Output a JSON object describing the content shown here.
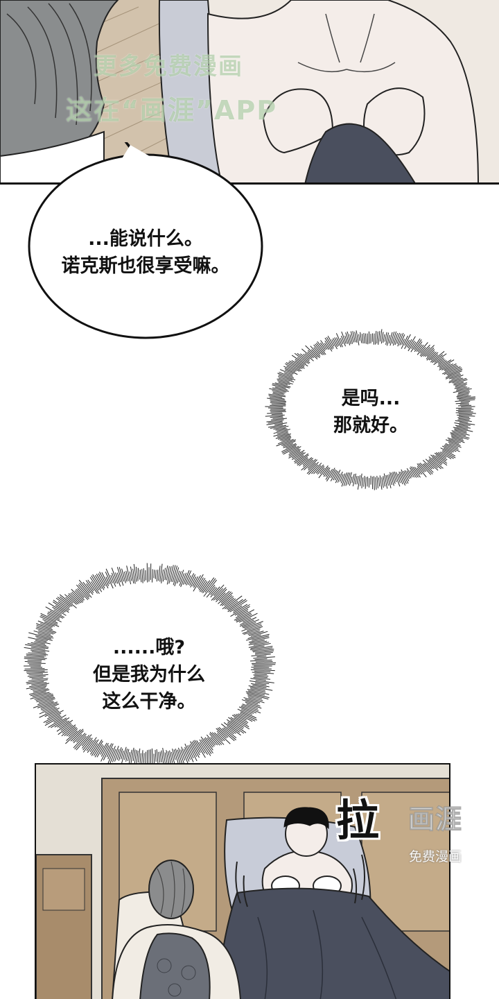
{
  "panels": {
    "top": {
      "watermark_line1": "更多免费漫画",
      "watermark_line2": "这在“画涯”APP"
    },
    "bottom": {
      "sfx": "拉",
      "logo_mark": "画涯",
      "logo_sub": "免费漫画"
    }
  },
  "bubbles": [
    {
      "lines": [
        "...能说什么。",
        "诺克斯也很享受嘛。"
      ]
    },
    {
      "lines": [
        "是吗...",
        "那就好。"
      ]
    },
    {
      "lines": [
        "......哦?",
        "但是我为什么",
        "这么干净。"
      ]
    }
  ],
  "colors": {
    "ink": "#111111",
    "paper": "#ffffff",
    "skin": "#f3ece8",
    "blanket": "#4a4f5e",
    "wall": "#d9d3c6"
  }
}
